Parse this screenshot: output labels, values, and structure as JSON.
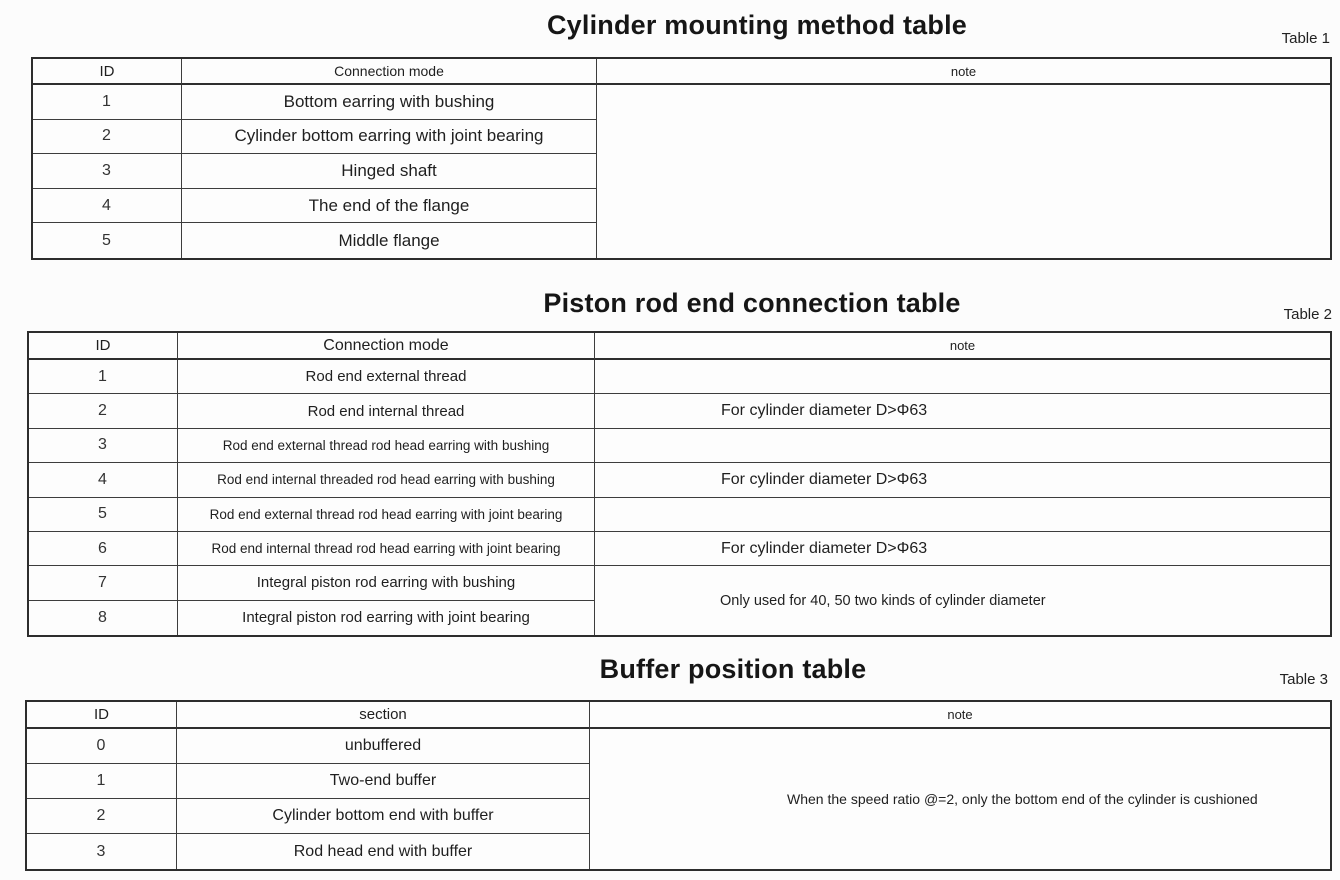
{
  "page": {
    "background": "#fcfcfc",
    "text_color": "#1f1f1f",
    "border_color": "#2d2d2d"
  },
  "tables": [
    {
      "title": "Cylinder mounting method table",
      "label": "Table 1",
      "headers": {
        "id": "ID",
        "mode": "Connection mode",
        "note": "note"
      },
      "rows": [
        {
          "id": "1",
          "mode": "Bottom earring with bushing"
        },
        {
          "id": "2",
          "mode": "Cylinder bottom earring with joint bearing"
        },
        {
          "id": "3",
          "mode": "Hinged shaft"
        },
        {
          "id": "4",
          "mode": "The end of the flange"
        },
        {
          "id": "5",
          "mode": "Middle flange"
        }
      ],
      "merged_note": ""
    },
    {
      "title": "Piston rod end connection table",
      "label": "Table 2",
      "headers": {
        "id": "ID",
        "mode": "Connection mode",
        "note": "note"
      },
      "rows": [
        {
          "id": "1",
          "mode": "Rod end external thread",
          "note": ""
        },
        {
          "id": "2",
          "mode": "Rod end internal thread",
          "note": "For cylinder diameter D>Φ63"
        },
        {
          "id": "3",
          "mode": "Rod end external thread rod head earring with bushing",
          "note": ""
        },
        {
          "id": "4",
          "mode": "Rod end internal threaded rod head earring with bushing",
          "note": "For cylinder diameter D>Φ63"
        },
        {
          "id": "5",
          "mode": "Rod end external thread rod head earring with joint bearing",
          "note": ""
        },
        {
          "id": "6",
          "mode": "Rod end internal thread rod head earring with joint bearing",
          "note": "For cylinder diameter D>Φ63"
        },
        {
          "id": "7",
          "mode": "Integral piston rod earring with bushing"
        },
        {
          "id": "8",
          "mode": "Integral piston rod earring with joint bearing"
        }
      ],
      "merged_note": "Only used for 40, 50 two kinds of cylinder diameter"
    },
    {
      "title": "Buffer position table",
      "label": "Table 3",
      "headers": {
        "id": "ID",
        "mode": "section",
        "note": "note"
      },
      "rows": [
        {
          "id": "0",
          "mode": "unbuffered"
        },
        {
          "id": "1",
          "mode": "Two-end buffer"
        },
        {
          "id": "2",
          "mode": "Cylinder bottom end with buffer"
        },
        {
          "id": "3",
          "mode": "Rod head end with buffer"
        }
      ],
      "merged_note": "When the speed ratio @=2, only the bottom end of the cylinder is cushioned"
    }
  ]
}
